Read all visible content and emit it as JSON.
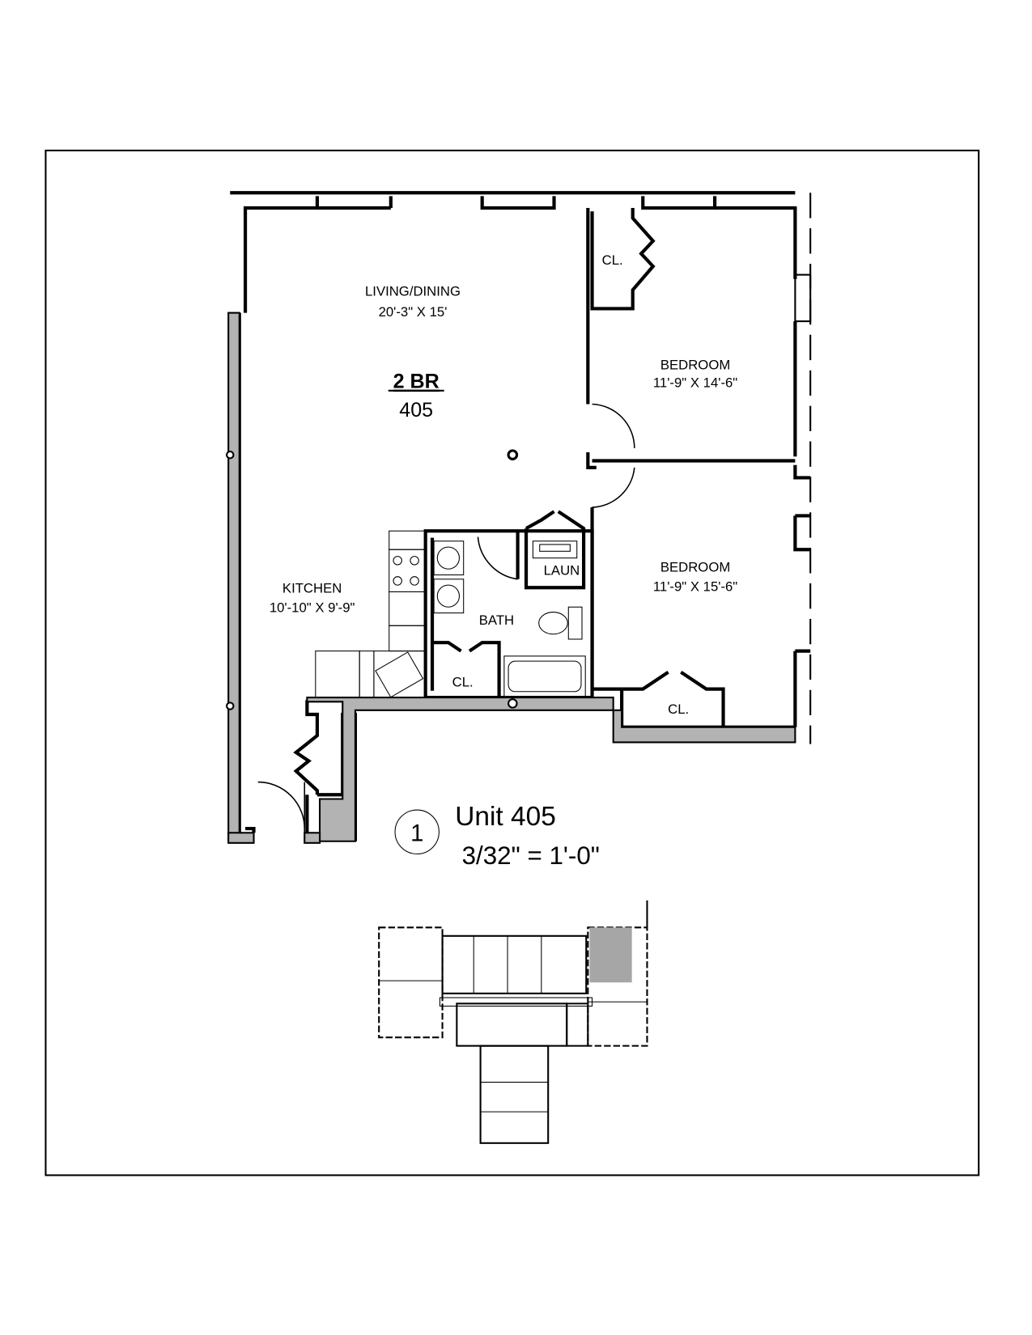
{
  "plan": {
    "unit_type": "2 BR",
    "unit_number": "405",
    "rooms": [
      {
        "name": "LIVING/DINING",
        "size": "20'-3\" X 15'"
      },
      {
        "name": "BEDROOM",
        "size": "11'-9\" X 14'-6\""
      },
      {
        "name": "BEDROOM",
        "size": "11'-9\" X 15'-6\""
      },
      {
        "name": "KITCHEN",
        "size": "10'-10\" X 9'-9\""
      },
      {
        "name": "BATH"
      },
      {
        "name": "LAUN"
      },
      {
        "name": "CL."
      },
      {
        "name": "CL."
      },
      {
        "name": "CL."
      }
    ]
  },
  "title_block": {
    "detail_number": "1",
    "title": "Unit 405",
    "scale": "3/32\" = 1'-0\""
  },
  "colors": {
    "wall": "#000000",
    "existing_wall": "#b3b3b3",
    "highlight": "#a6a6a6"
  }
}
